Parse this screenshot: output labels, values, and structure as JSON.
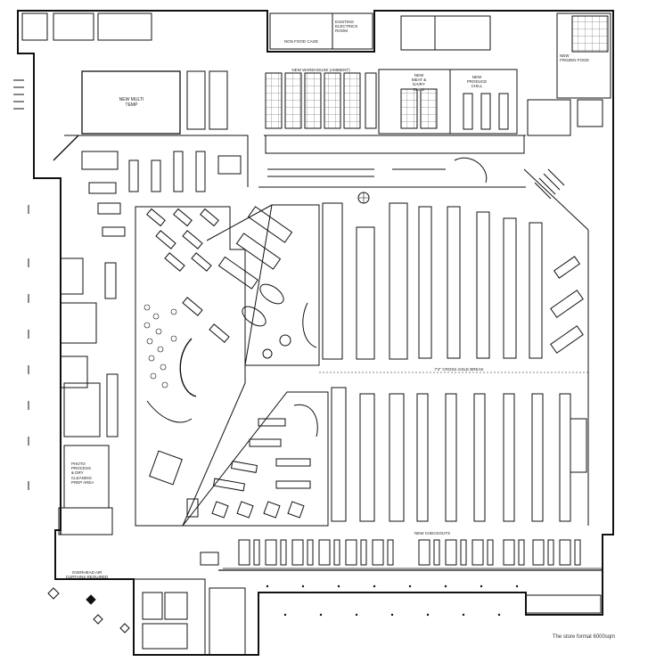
{
  "labels": {
    "non_food_cage": "NON FOOD CAGE",
    "existing_electrics": "EXISTING\nELECTRICS\nROOM",
    "new_frozen_food": "NEW\nFROZEN  FOOD",
    "new_multi_temp": "NEW MULTI\nTEMP",
    "new_warehouse": "NEW WAREHOUSE (AMBIENT)",
    "new_meat_dairy": "NEW\nMEAT &\nDAIRY\nCHILL",
    "new_produce_chill": "NEW\nPRODUCE\nCHILL",
    "cross_aisle": "7'4\" CROSS AISLE BREAK",
    "new_checkouts": "NEW CHECKOUTS",
    "photo_process": "PHOTO\nPROCESS\n& DRY\nCLEANING\nPREP AREA",
    "overhead_air": "OVERHEAD AIR\nCURTAINS REQUIRED",
    "footer": "The store format 6000sqm"
  }
}
